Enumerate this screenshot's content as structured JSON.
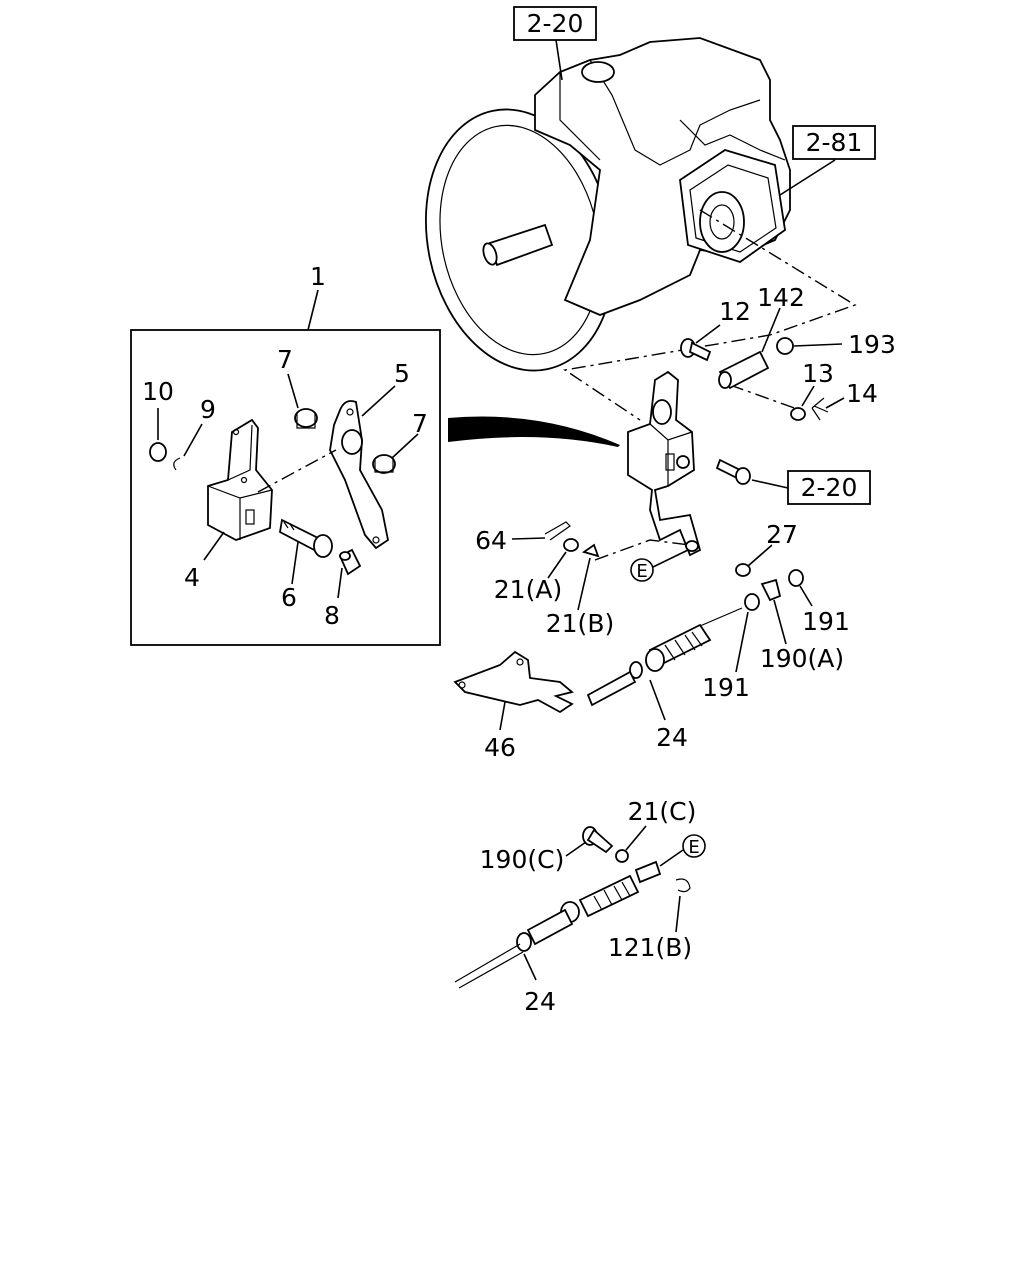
{
  "refs": {
    "ref_top": "2-20",
    "ref_right": "2-81",
    "ref_mid": "2-20"
  },
  "labels": {
    "l1": "1",
    "l4": "4",
    "l5": "5",
    "l6": "6",
    "l7a": "7",
    "l7b": "7",
    "l8": "8",
    "l9": "9",
    "l10": "10",
    "l12": "12",
    "l13": "13",
    "l14": "14",
    "l142": "142",
    "l193": "193",
    "l64": "64",
    "l21a": "21(A)",
    "l21b": "21(B)",
    "l27": "27",
    "l191a": "191",
    "l190a": "190(A)",
    "l191b": "191",
    "l24a": "24",
    "l46": "46",
    "l21c": "21(C)",
    "l190c": "190(C)",
    "l121b": "121(B)",
    "l24b": "24"
  },
  "markers": {
    "e1": "E",
    "e2": "E"
  }
}
